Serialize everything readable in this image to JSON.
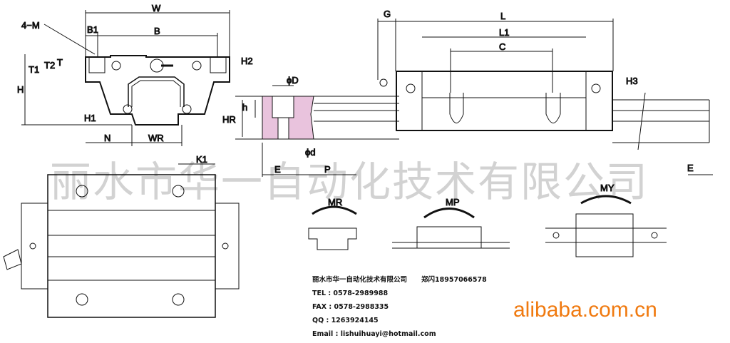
{
  "watermark": "丽水市华一自动化技术有限公司",
  "labels": {
    "W": "W",
    "B": "B",
    "B1": "B1",
    "M4": "4−M",
    "T": "T",
    "T1": "T1",
    "T2": "T2",
    "H": "H",
    "H1": "H1",
    "H2": "H2",
    "H3": "H3",
    "N": "N",
    "WR": "WR",
    "K1": "K1",
    "G": "G",
    "L": "L",
    "L1": "L1",
    "C": "C",
    "phiD": "ϕD",
    "phid": "ϕd",
    "h": "h",
    "HR": "HR",
    "E": "E",
    "P": "P",
    "MR": "MR",
    "MP": "MP",
    "MY": "MY"
  },
  "contact": {
    "company": "丽水市华一自动化技术有限公司",
    "mobile": "郑闪18957066578",
    "tel": "TEL : 0578-2989988",
    "fax": "FAX : 0578-2988335",
    "qq": "QQ : 1263924145",
    "email": "Email : lishuihuayi@hotmail.com"
  },
  "brand": "alibaba.com.cn",
  "colors": {
    "rail_section": "#e9c3dd",
    "brand": "#f07a10",
    "watermark": "#b8b8b8"
  }
}
